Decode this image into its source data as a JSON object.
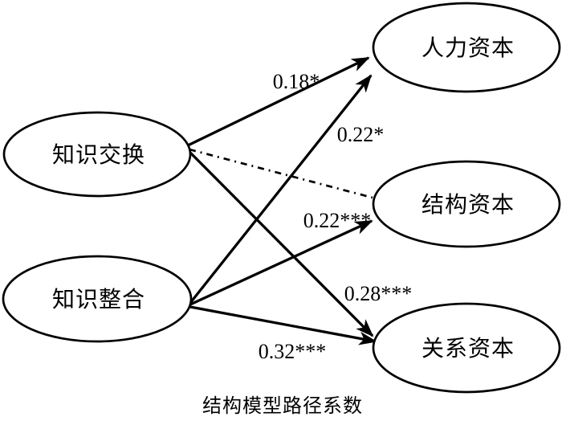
{
  "diagram": {
    "caption": "结构模型路径系数",
    "colors": {
      "stroke": "#000000",
      "background": "#ffffff"
    },
    "nodes": {
      "knowledge_exchange": {
        "label": "知识交换"
      },
      "knowledge_integration": {
        "label": "知识整合"
      },
      "human_capital": {
        "label": "人力资本"
      },
      "structural_capital": {
        "label": "结构资本"
      },
      "relational_capital": {
        "label": "关系资本"
      }
    },
    "paths": {
      "ke_hc": {
        "from": "知识交换",
        "to": "人力资本",
        "coefficient": "0.18*",
        "line": "solid-arrow"
      },
      "ke_sc": {
        "from": "知识交换",
        "to": "结构资本",
        "coefficient": null,
        "line": "dash-dot"
      },
      "ke_rc": {
        "from": "知识交换",
        "to": "关系资本",
        "coefficient": "0.28***",
        "line": "solid-arrow"
      },
      "ki_hc": {
        "from": "知识整合",
        "to": "人力资本",
        "coefficient": "0.22*",
        "line": "solid-arrow"
      },
      "ki_sc": {
        "from": "知识整合",
        "to": "结构资本",
        "coefficient": "0.22***",
        "line": "solid-arrow"
      },
      "ki_rc": {
        "from": "知识整合",
        "to": "关系资本",
        "coefficient": "0.32***",
        "line": "solid-arrow"
      }
    }
  }
}
